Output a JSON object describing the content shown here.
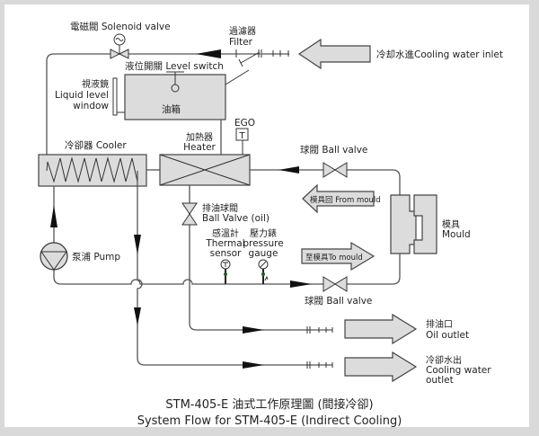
{
  "diagram": {
    "title_zh": "STM-405-E 油式工作原理圖 (間接冷卻)",
    "title_en": "System Flow for STM-405-E (Indirect Cooling)",
    "labels": {
      "solenoid_valve": "電磁閥 Solenoid valve",
      "filter_zh": "過濾器",
      "filter_en": "Filter",
      "cooling_water_inlet": "冷却水進Cooling water inlet",
      "level_switch": "液位開關 Level switch",
      "level_window_zh": "視液鏡",
      "level_window_en1": "Liquid level",
      "level_window_en2": "window",
      "oil_tank": "油箱",
      "ego": "EGO",
      "ego_symbol": "T",
      "heater_zh": "加熱器",
      "heater_en": "Heater",
      "cooler": "冷卻器 Cooler",
      "ball_valve_top": "球閥  Ball valve",
      "from_mould": "模具回 From mould",
      "to_mould": "至模具To mould",
      "mould_zh": "模具",
      "mould_en": "Mould",
      "oil_ball_valve_zh": "排油球閥",
      "oil_ball_valve_en": "Ball Valve (oil)",
      "thermal_zh": "感溫計",
      "thermal_en1": "Thermal",
      "thermal_en2": "sensor",
      "pressure_zh": "壓力錶",
      "pressure_en1": "pressure",
      "pressure_en2": "gauge",
      "pump": "泵浦 Pump",
      "ball_valve_bottom": "球閥  Ball valve",
      "oil_outlet_zh": "排油口",
      "oil_outlet_en": "Oil outlet",
      "cooling_outlet_zh": "冷卻水出",
      "cooling_outlet_en1": "Cooling water",
      "cooling_outlet_en2": "outlet"
    }
  }
}
